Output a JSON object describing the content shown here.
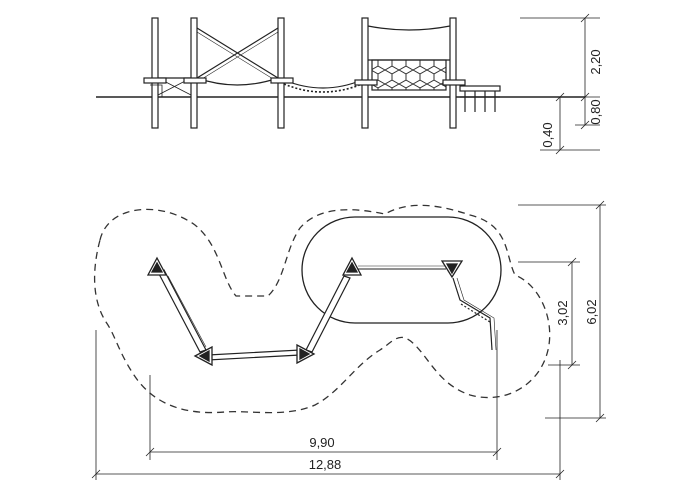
{
  "dimensions": {
    "elevation_height_total": "2,20",
    "elevation_ground_to_deck": "0,80",
    "elevation_below_ground": "0,40",
    "plan_inner_width": "9,90",
    "plan_total_width": "12,88",
    "plan_inner_depth": "3,02",
    "plan_total_depth": "6,02"
  },
  "colors": {
    "line": "#222222",
    "dash": "#333333",
    "background": "#ffffff"
  }
}
